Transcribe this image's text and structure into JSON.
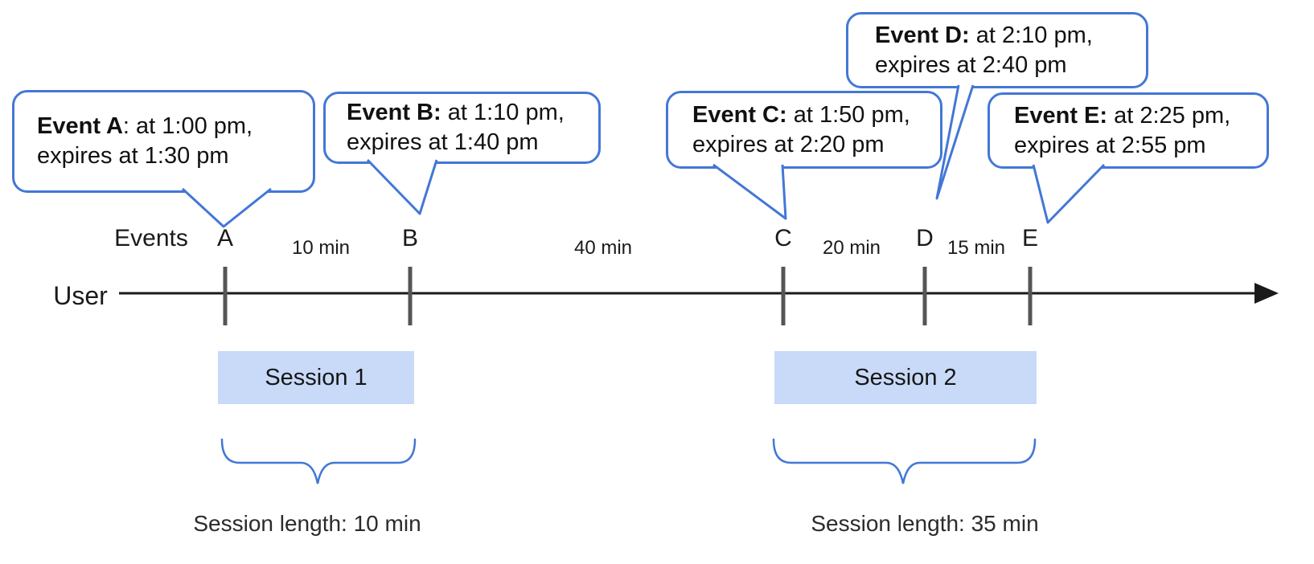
{
  "colors": {
    "accent_blue": "#4377d6",
    "session_fill": "#c9daf8",
    "axis_black": "#1a1a1a",
    "tick_gray": "#555555"
  },
  "bubbles": [
    {
      "event": "A",
      "bold": "Event A",
      "line1_rest": ": at 1:00 pm,",
      "line2": "expires at 1:30 pm"
    },
    {
      "event": "B",
      "bold": "Event B:",
      "line1_rest": " at 1:10 pm,",
      "line2": "expires at 1:40 pm"
    },
    {
      "event": "C",
      "bold": "Event C:",
      "line1_rest": " at 1:50 pm,",
      "line2": "expires at 2:20 pm"
    },
    {
      "event": "D",
      "bold": "Event D:",
      "line1_rest": " at 2:10 pm,",
      "line2": "expires at 2:40 pm"
    },
    {
      "event": "E",
      "bold": "Event E:",
      "line1_rest": " at 2:25 pm,",
      "line2": "expires at 2:55 pm"
    }
  ],
  "timeline": {
    "events_label": "Events",
    "user_label": "User",
    "event_markers": [
      "A",
      "B",
      "C",
      "D",
      "E"
    ],
    "intervals": [
      {
        "label": "10 min",
        "between": "A-B"
      },
      {
        "label": "40 min",
        "between": "B-C"
      },
      {
        "label": "20 min",
        "between": "C-D"
      },
      {
        "label": "15 min",
        "between": "D-E"
      }
    ]
  },
  "sessions": [
    {
      "label": "Session 1",
      "length_label": "Session length: 10 min"
    },
    {
      "label": "Session 2",
      "length_label": "Session length: 35 min"
    }
  ]
}
